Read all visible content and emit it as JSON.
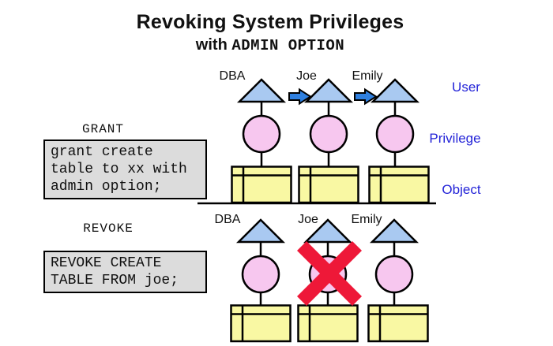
{
  "title": {
    "line1": "Revoking System Privileges",
    "line2_plain": "with",
    "line2_code": "ADMIN OPTION"
  },
  "grant_panel": {
    "heading": "GRANT",
    "sql": "grant create\ntable to xx with\nadmin option;"
  },
  "revoke_panel": {
    "heading": "REVOKE",
    "sql": "REVOKE CREATE\nTABLE FROM joe;"
  },
  "legend": {
    "user": "User",
    "privilege": "Privilege",
    "object": "Object"
  },
  "grant_row": {
    "users": [
      {
        "name": "DBA"
      },
      {
        "name": "Joe"
      },
      {
        "name": "Emily"
      }
    ]
  },
  "revoke_row": {
    "users": [
      {
        "name": "DBA"
      },
      {
        "name": "Joe"
      },
      {
        "name": "Emily"
      }
    ],
    "revoked_user": "Joe"
  },
  "colors": {
    "triangle_fill": "#a9c9f1",
    "arrow_fill": "#2f80e0",
    "privilege_fill": "#f7c7ef",
    "object_fill": "#f9f8a3",
    "cross": "#ee1838",
    "legend_text": "#2424d8",
    "code_bg": "#dcdcdc"
  }
}
